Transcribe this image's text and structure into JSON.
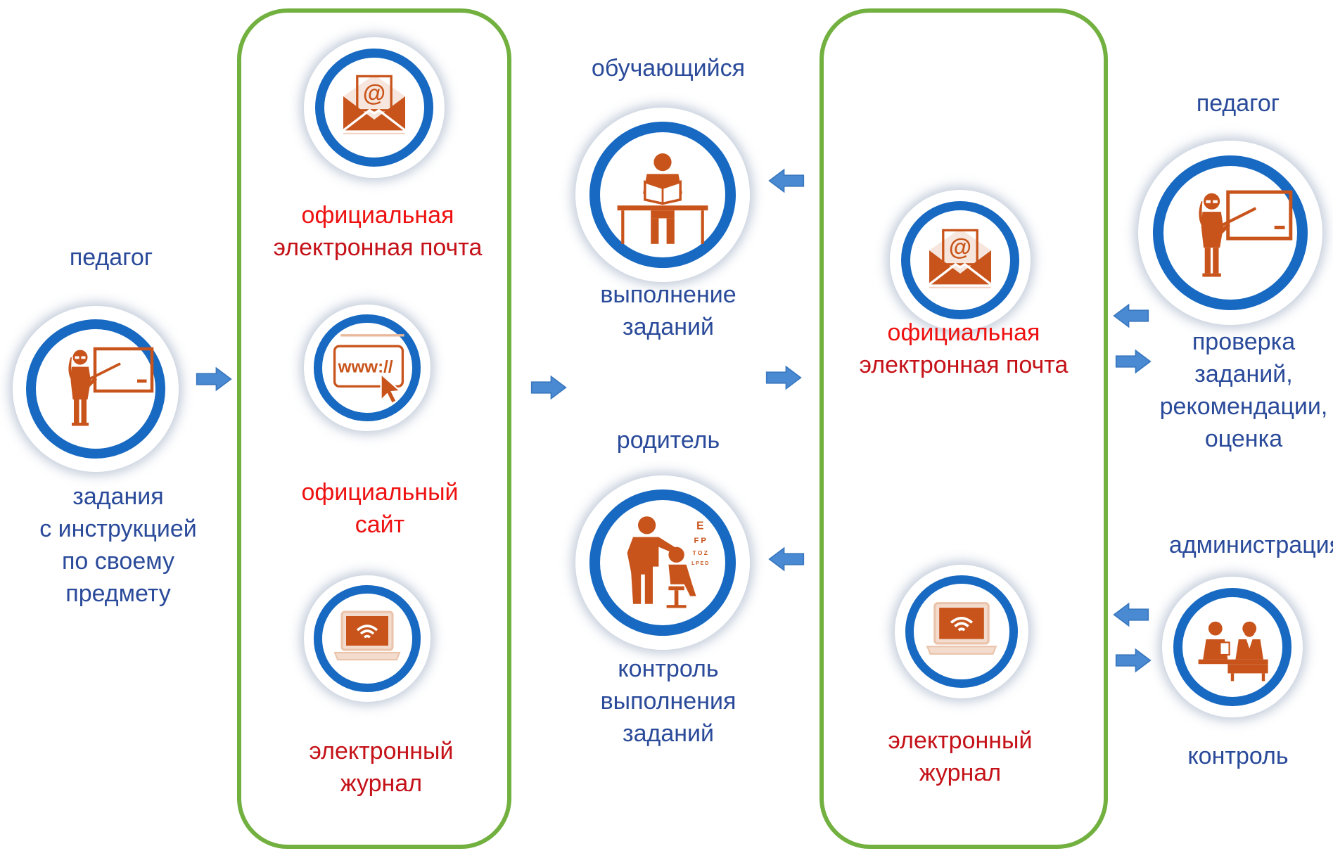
{
  "colors": {
    "ring": "#1769c2",
    "panel_border": "#72b040",
    "icon": "#c8541b",
    "arrow": "#4a8ad2",
    "label_blue": "#2a4a9a",
    "label_red": "#ee1111",
    "label_dark_red": "#c41218"
  },
  "left": {
    "actor": "педагог",
    "task": [
      "задания",
      "с инструкцией",
      "по своему",
      "предмету"
    ]
  },
  "channels_left": {
    "email": [
      "официальная",
      "электронная почта"
    ],
    "site": [
      "официальный",
      "сайт"
    ],
    "journal": [
      "электронный",
      "журнал"
    ]
  },
  "middle": {
    "student": {
      "actor": "обучающийся",
      "action": [
        "выполнение",
        "заданий"
      ]
    },
    "parent": {
      "actor": "родитель",
      "action": [
        "контроль",
        "выполнения",
        "заданий"
      ]
    }
  },
  "channels_right": {
    "email": [
      "официальная",
      "электронная почта"
    ],
    "journal": [
      "электронный",
      "журнал"
    ]
  },
  "right": {
    "teacher": {
      "actor": "педагог",
      "action": [
        "проверка",
        "заданий,",
        "рекомендации,",
        "оценка"
      ]
    },
    "admin": {
      "actor": "администрация",
      "action": "контроль"
    }
  },
  "icons": {
    "teacher_left": "teacher-at-board-icon",
    "email_left": "email-envelope-icon",
    "site": "website-browser-icon",
    "journal_left": "laptop-wifi-icon",
    "student": "student-reading-icon",
    "parent": "parent-checking-icon",
    "email_right": "email-envelope-icon",
    "journal_right": "laptop-wifi-icon",
    "teacher_right": "teacher-at-board-icon",
    "admin": "administration-meeting-icon"
  }
}
